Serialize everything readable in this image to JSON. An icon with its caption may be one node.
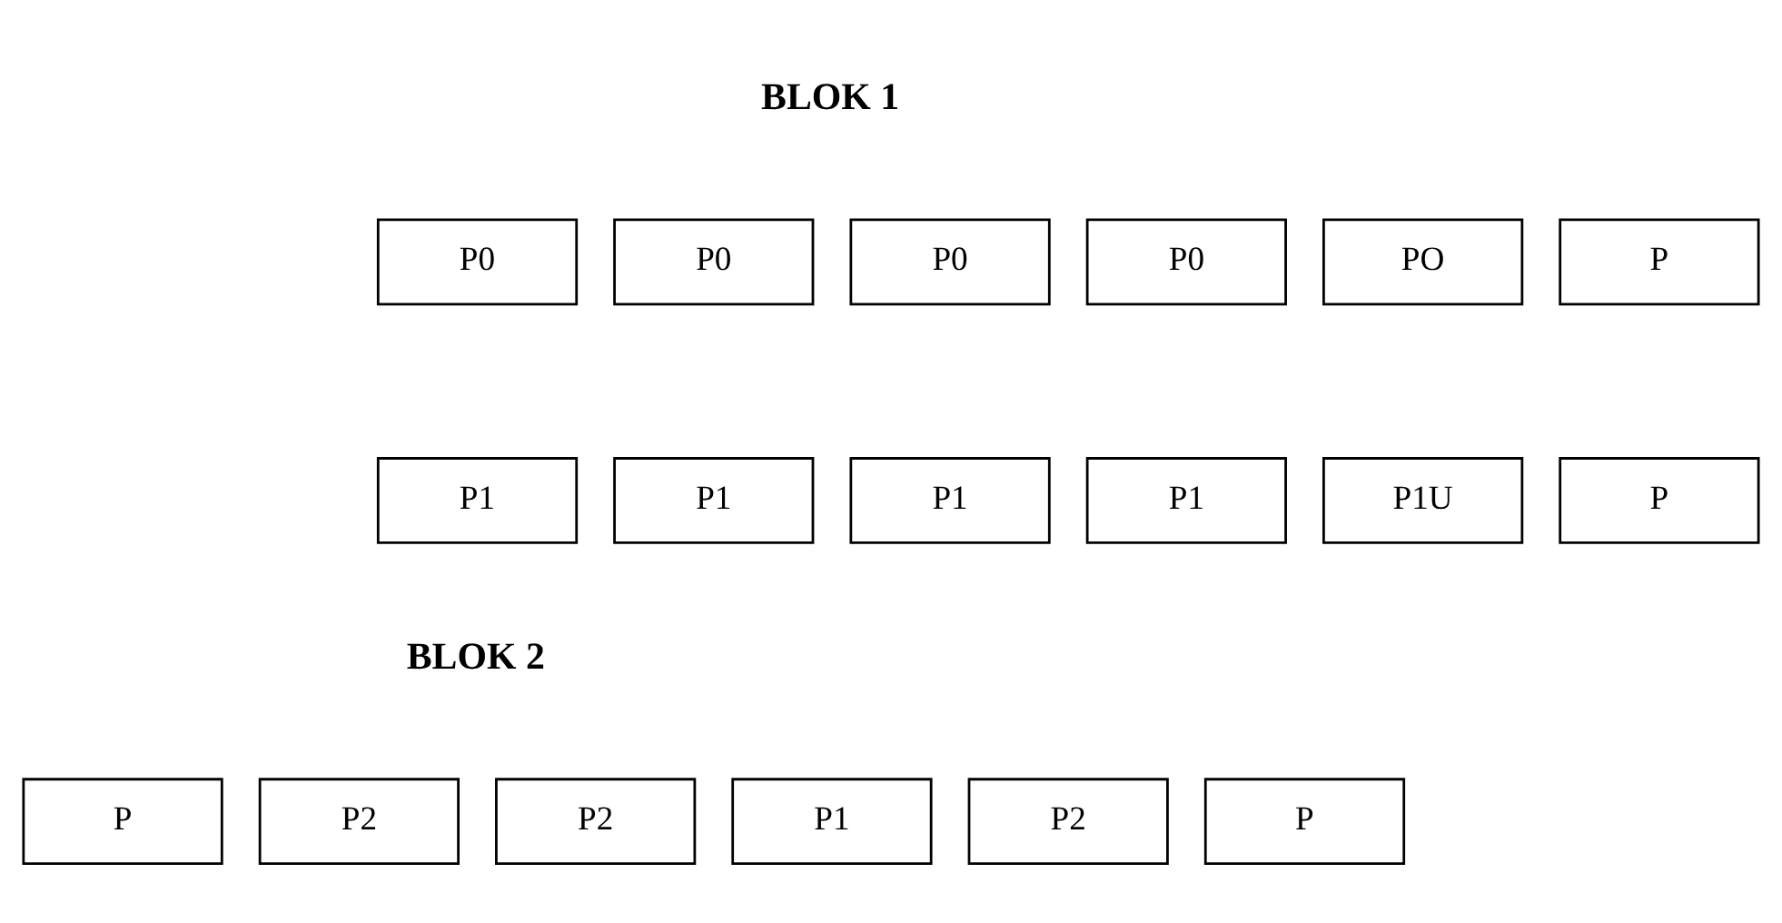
{
  "diagram": {
    "nodes": [
      {
        "text": [
          "P0"
        ]
      },
      {
        "text": [
          "P0"
        ]
      },
      {
        "text": [
          "P0"
        ]
      },
      {
        "text": [
          "P0"
        ]
      },
      {
        "text": [
          "PO"
        ]
      },
      {
        "text": [
          "P"
        ]
      },
      {
        "text": [
          "P1"
        ]
      },
      {
        "text": [
          "P1"
        ]
      },
      {
        "text": [
          "P1"
        ]
      },
      {
        "text": [
          "P1"
        ]
      },
      {
        "text": [
          "P1U"
        ]
      },
      {
        "text": [
          "P"
        ]
      },
      {
        "text": [
          "P"
        ]
      },
      {
        "text": [
          "P2"
        ]
      },
      {
        "text": [
          "P2"
        ]
      },
      {
        "text": [
          "P1"
        ]
      },
      {
        "text": [
          "P2"
        ]
      },
      {
        "text": [
          "P"
        ]
      }
    ],
    "edges": [],
    "labels": [
      "BLOK 1",
      "BLOK 2"
    ]
  }
}
